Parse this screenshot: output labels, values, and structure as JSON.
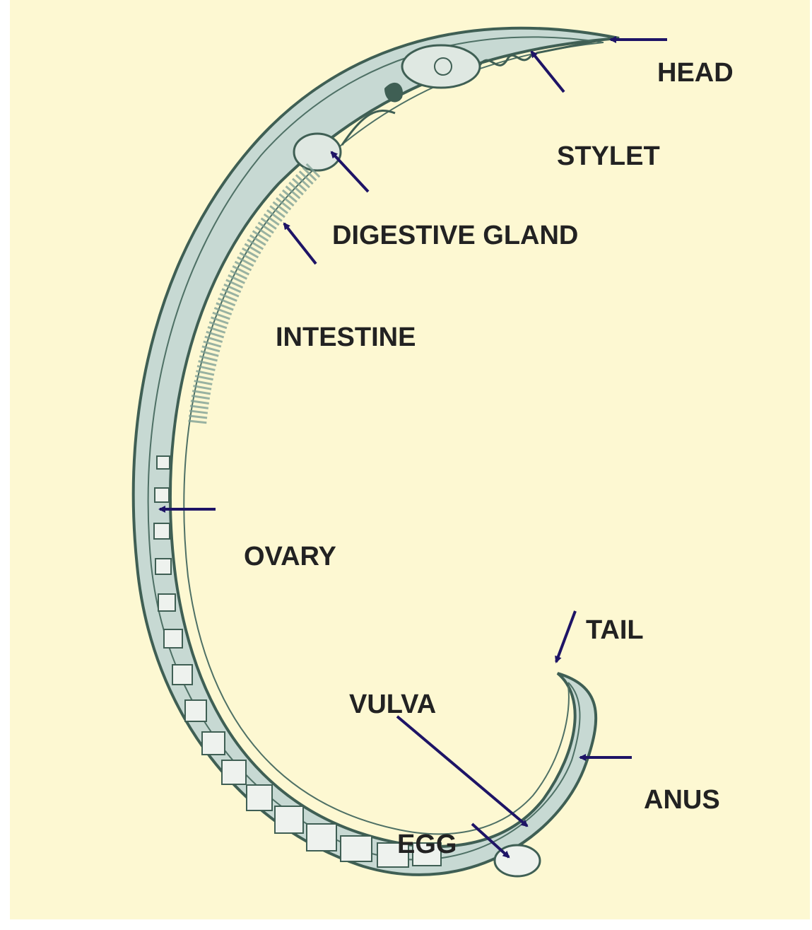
{
  "labels": {
    "head": "HEAD",
    "stylet": "STYLET",
    "digestive_gland": "DIGESTIVE GLAND",
    "intestine": "INTESTINE",
    "ovary": "OVARY",
    "tail": "TAIL",
    "vulva": "VULVA",
    "anus": "ANUS",
    "egg": "EGG"
  },
  "colors": {
    "background": "#fdf8d2",
    "body_outline": "#3f5f54",
    "body_fill": "#c7d9d3",
    "arrow": "#1e1466",
    "text": "#222222"
  }
}
